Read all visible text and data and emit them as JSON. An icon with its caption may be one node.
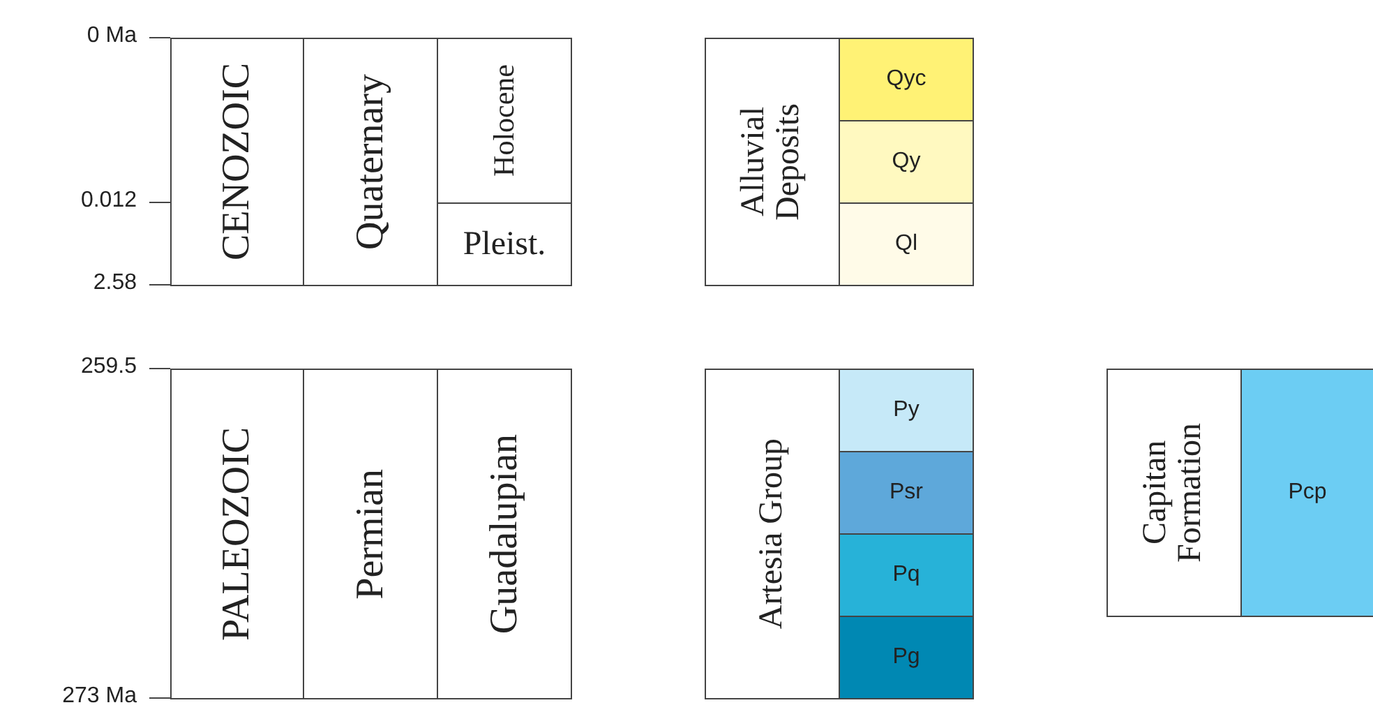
{
  "diagram": {
    "nodes": [
      {
        "text": [
          "CENOZOIC"
        ]
      },
      {
        "text": [
          "Quaternary"
        ]
      },
      {
        "text": [
          "Holocene"
        ]
      },
      {
        "text": [
          "Pleist."
        ]
      },
      {
        "text": [
          "Alluvial Deposits"
        ]
      },
      {
        "text": [
          "Qyc"
        ]
      },
      {
        "text": [
          "Qy"
        ]
      },
      {
        "text": [
          "Ql"
        ]
      },
      {
        "text": [
          "PALEOZOIC"
        ]
      },
      {
        "text": [
          "Permian"
        ]
      },
      {
        "text": [
          "Guadalupian"
        ]
      },
      {
        "text": [
          "Artesia Group"
        ]
      },
      {
        "text": [
          "Py"
        ]
      },
      {
        "text": [
          "Psr"
        ]
      },
      {
        "text": [
          "Pq"
        ]
      },
      {
        "text": [
          "Pg"
        ]
      },
      {
        "text": [
          "Capitan Formation"
        ]
      },
      {
        "text": [
          "Pcp"
        ]
      }
    ],
    "labels": [
      "0 Ma",
      "0.012",
      "2.58",
      "259.5",
      "273 Ma"
    ]
  }
}
